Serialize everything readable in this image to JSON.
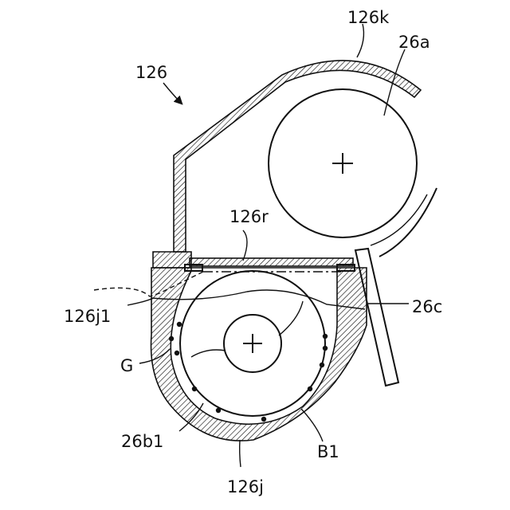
{
  "figure": {
    "labels": {
      "assembly": "126",
      "cover_top": "126k",
      "roller_26a": "26a",
      "seal_126r": "126r",
      "blade_26c": "26c",
      "boundary_126j1": "126j1",
      "gap_G": "G",
      "roller_26b1": "26b1",
      "housing_126j": "126j",
      "region_B1": "B1"
    }
  }
}
